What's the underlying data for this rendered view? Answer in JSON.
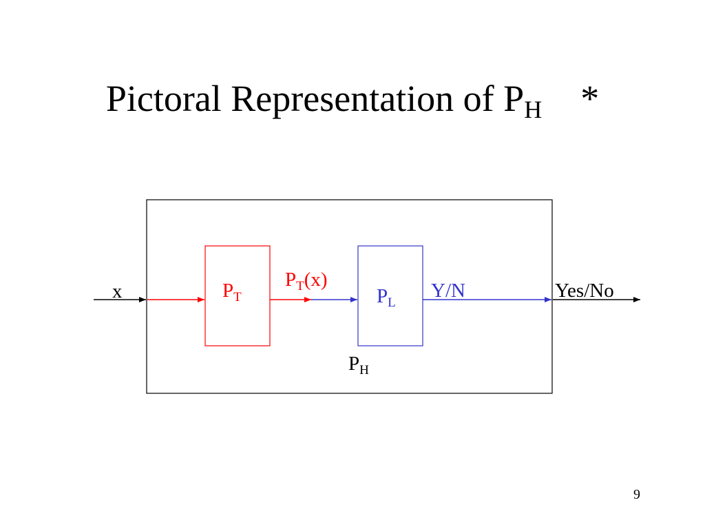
{
  "title": {
    "main": "Pictoral Representation of P",
    "subscript": "H",
    "asterisk": "*"
  },
  "diagram": {
    "input_label": "x",
    "box_pt": {
      "base": "P",
      "subscript": "T"
    },
    "edge_pt_output": {
      "base": "P",
      "subscript": "T",
      "suffix": "(x)"
    },
    "box_pl": {
      "base": "P",
      "subscript": "L"
    },
    "edge_pl_output": "Y/N",
    "output_label": "Yes/No",
    "container_label": {
      "base": "P",
      "subscript": "H"
    }
  },
  "colors": {
    "pt": "#ff0000",
    "pl": "#3333cc",
    "frame": "#000000"
  },
  "page_number": "9"
}
